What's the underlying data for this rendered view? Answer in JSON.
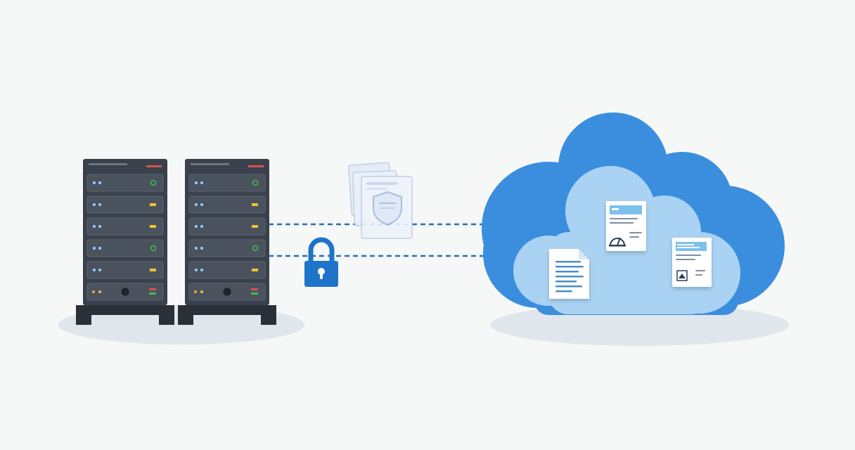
{
  "palette": {
    "background": "#f6f8f8",
    "server_body": "#3a414d",
    "server_frame": "#2a3038",
    "server_slot": "#4a525e",
    "led_green": "#3fb950",
    "led_yellow": "#f2c230",
    "led_red": "#d9534f",
    "led_blue": "#8fd3ff",
    "connection_line": "#2b6cb0",
    "lock": "#1e74c8",
    "cloud_outer": "#3b8ede",
    "cloud_inner": "#a9d2f3",
    "document": "#ffffff",
    "document_accent": "#7cc1ea",
    "shadow": "#dfe6ec"
  },
  "diagram": {
    "servers": [
      {
        "name": "server-rack-left",
        "slot_leds": [
          "green",
          "yellow",
          "yellow",
          "green",
          "yellow",
          "red"
        ]
      },
      {
        "name": "server-rack-right",
        "slot_leds": [
          "green",
          "yellow",
          "yellow",
          "green",
          "yellow",
          "red"
        ]
      }
    ],
    "connections": [
      {
        "name": "connection-line-upper",
        "style": "dashed"
      },
      {
        "name": "connection-line-lower",
        "style": "dashed"
      }
    ],
    "icons": [
      "lock-icon",
      "shield-document-stack-icon",
      "cloud-icon",
      "document-icon"
    ],
    "cloud_documents": 3
  }
}
